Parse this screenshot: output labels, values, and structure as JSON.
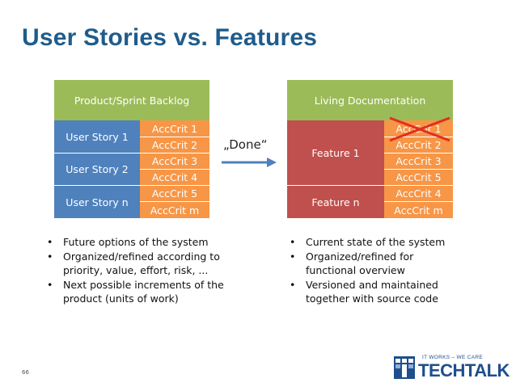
{
  "title": "User Stories vs. Features",
  "left": {
    "header": "Product/Sprint Backlog",
    "stories": [
      "User Story 1",
      "User Story 2",
      "User Story n"
    ],
    "acc": [
      "AccCrit 1",
      "AccCrit 2",
      "AccCrit 3",
      "AccCrit 4",
      "AccCrit 5",
      "AccCrit m"
    ],
    "bullets": [
      "Future options of the system",
      "Organized/refined according to priority, value, effort, risk, ...",
      "Next possible increments of the product (units of work)"
    ]
  },
  "arrow_label": "„Done“",
  "right": {
    "header": "Living Documentation",
    "features": [
      "Feature 1",
      "Feature n"
    ],
    "acc": [
      "AccCrit 1",
      "AccCrit 2",
      "AccCrit 3",
      "AccCrit 5",
      "AccCrit 4",
      "AccCrit m"
    ],
    "bullets": [
      "Current state of the system",
      "Organized/refined for functional overview",
      "Versioned and maintained together with source code"
    ]
  },
  "page_number": "66",
  "logo": {
    "tagline": "IT WORKS – WE CARE",
    "name": "TECHTALK"
  },
  "colors": {
    "title": "#1f5c8b",
    "header": "#9bbb59",
    "story": "#4f81bd",
    "feature": "#c0504d",
    "acc": "#f79646",
    "arrow": "#4f81bd",
    "cross": "#e03020"
  }
}
